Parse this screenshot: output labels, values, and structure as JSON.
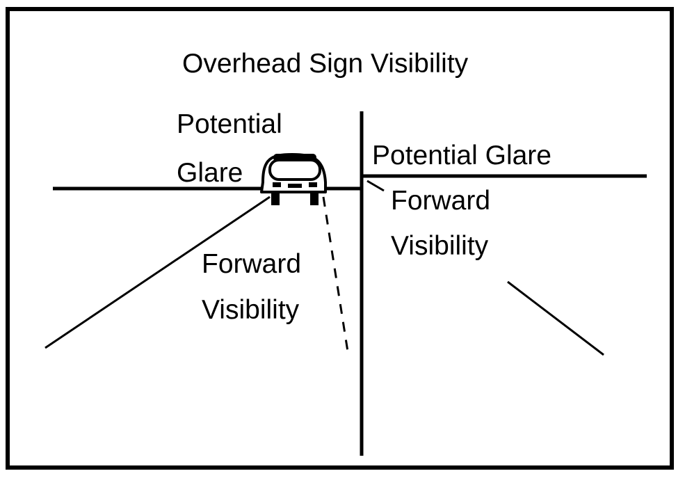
{
  "title": "Overhead Sign Visibility",
  "left_side": {
    "glare_line1": "Potential",
    "glare_line2": "Glare",
    "visibility_line1": "Forward",
    "visibility_line2": "Visibility"
  },
  "right_side": {
    "glare": "Potential Glare",
    "visibility_line1": "Forward",
    "visibility_line2": "Visibility"
  },
  "colors": {
    "ink": "#000000",
    "background": "#ffffff"
  },
  "icons": [
    "vehicle-icon"
  ]
}
